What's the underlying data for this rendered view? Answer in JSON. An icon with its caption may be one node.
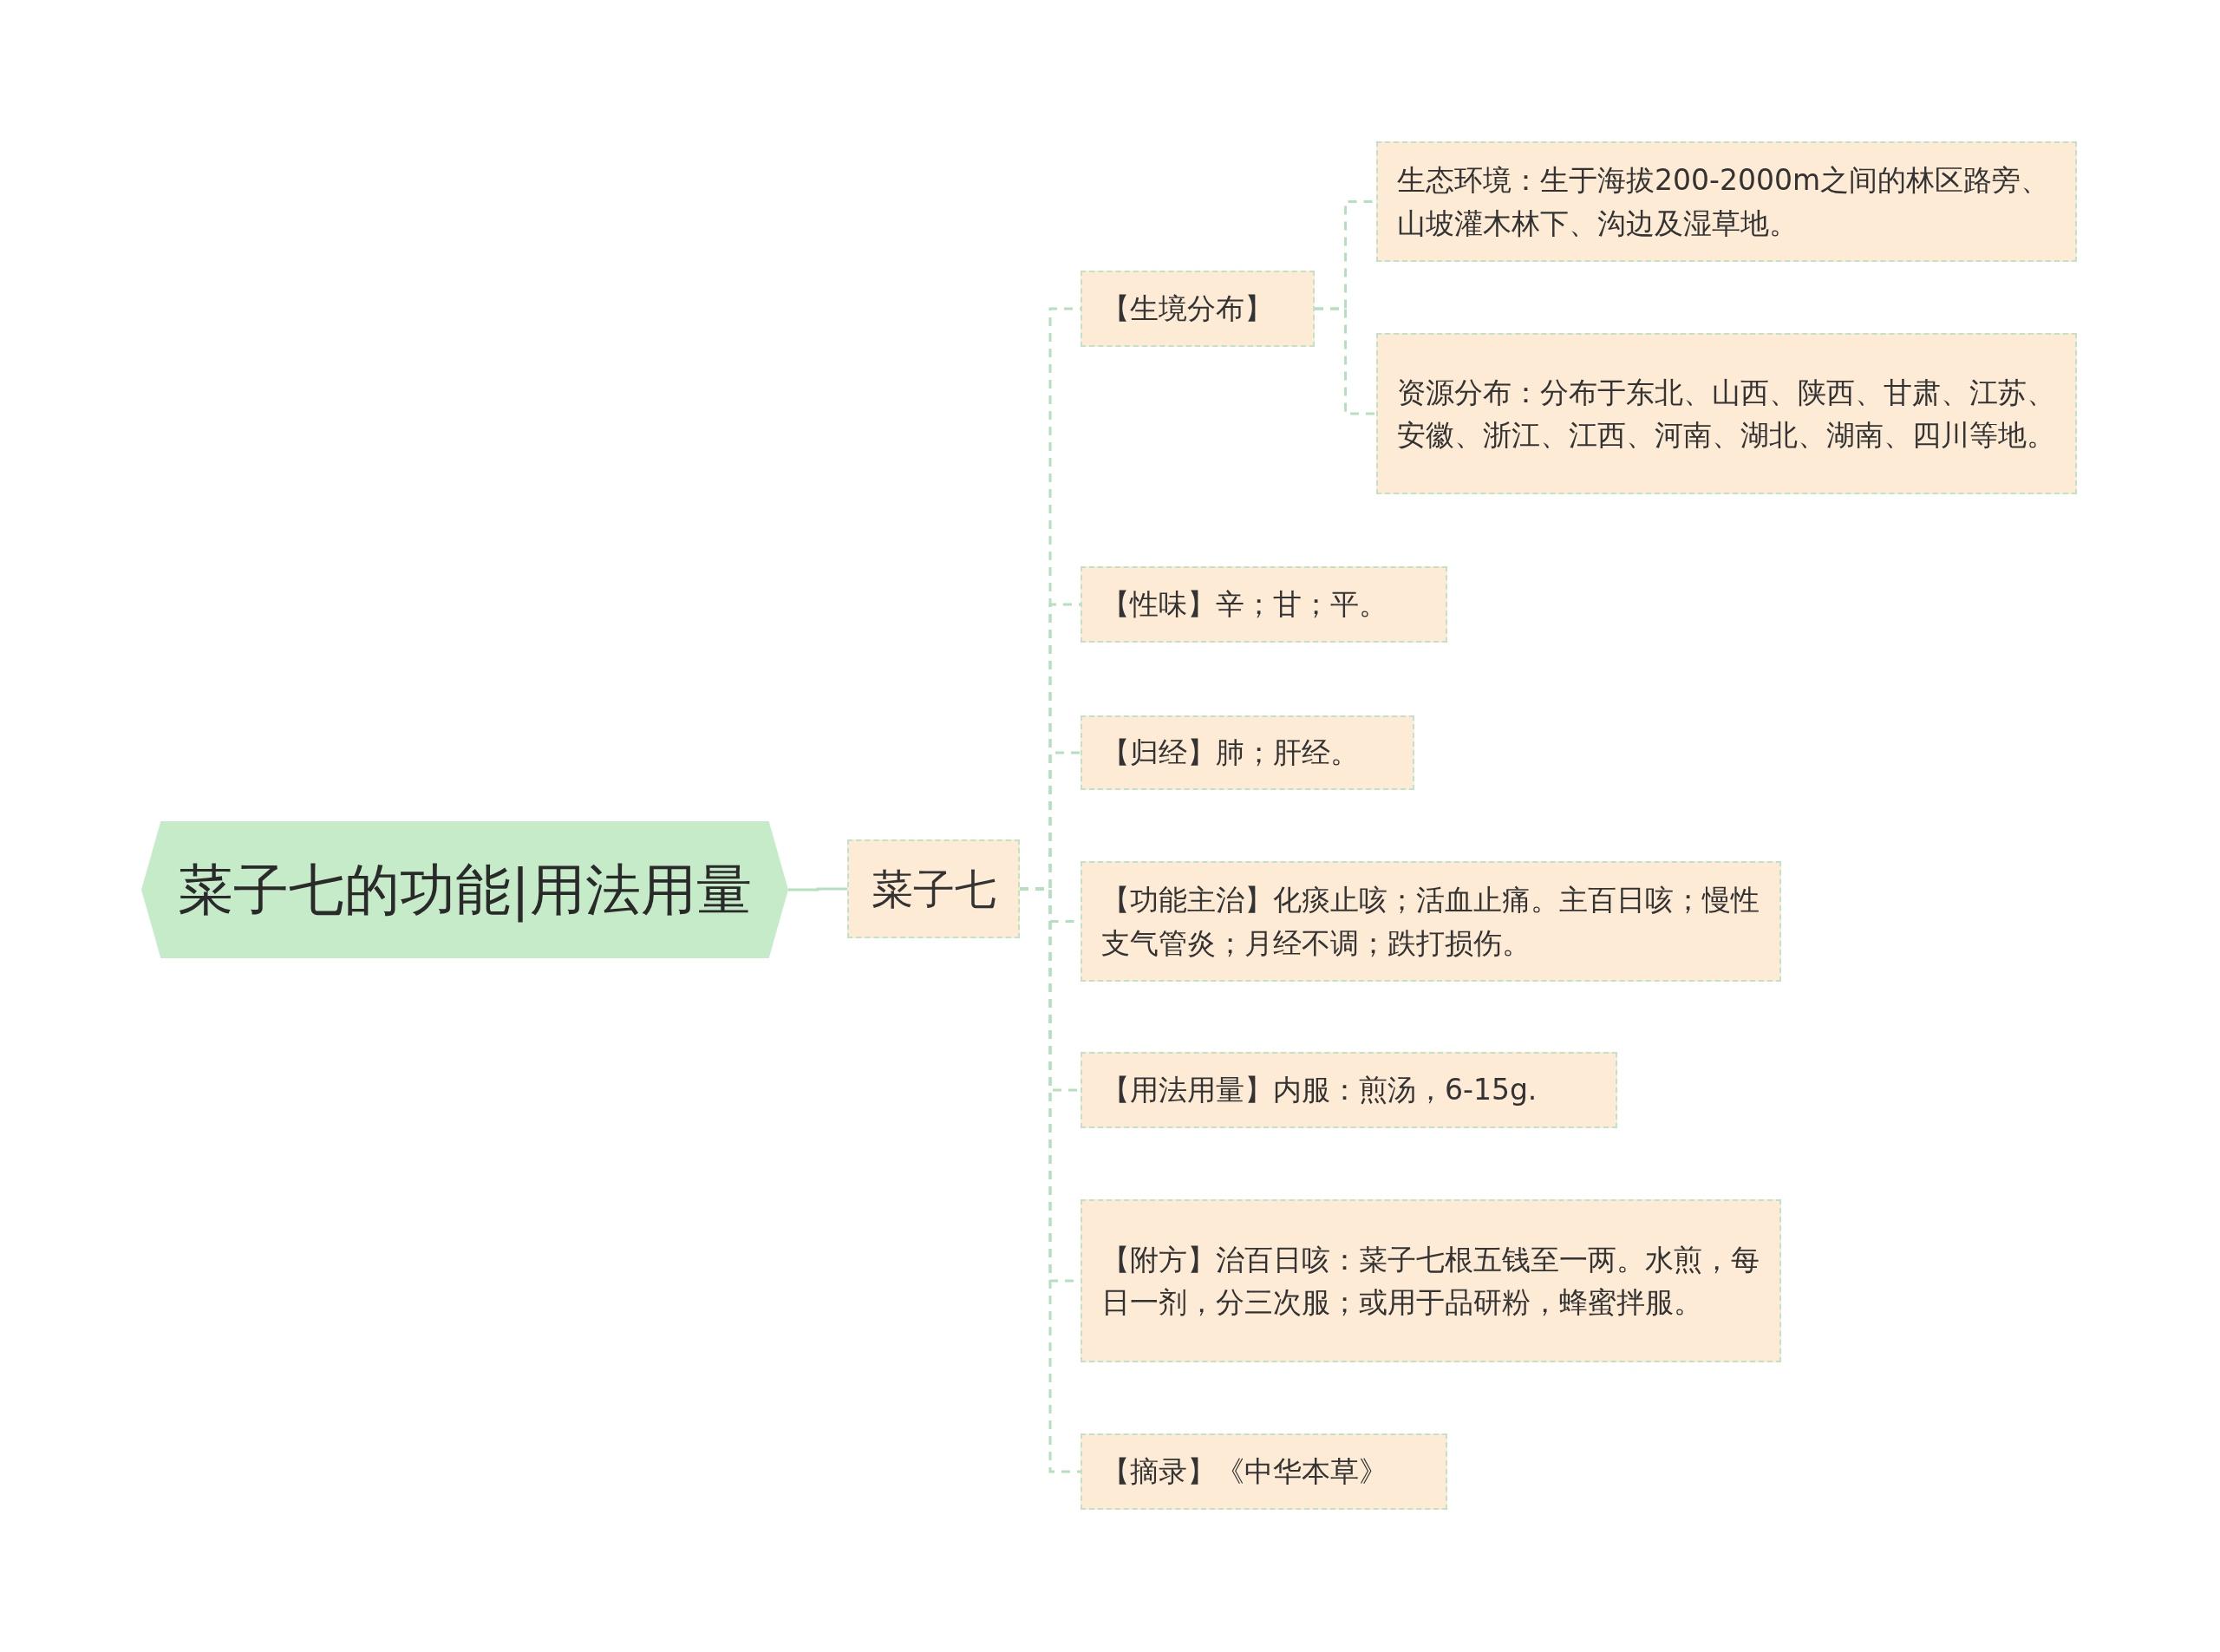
{
  "diagram": {
    "nodes": [
      {
        "text": [
          "菜子七的功能|用法用量"
        ]
      },
      {
        "text": [
          "菜子七"
        ]
      },
      {
        "text": [
          "【生境分布】"
        ]
      },
      {
        "text": [
          "生态环境：生于海拔200-2000m之间的林区路旁、山坡灌木林下、沟边及湿草地。"
        ]
      },
      {
        "text": [
          "资源分布：分布于东北、山西、陕西、甘肃、江苏、安徽、浙江、江西、河南、湖北、湖南、四川等地。"
        ]
      },
      {
        "text": [
          "【性味】辛；甘；平。"
        ]
      },
      {
        "text": [
          "【归经】肺；肝经。"
        ]
      },
      {
        "text": [
          "【功能主治】化痰止咳；活血止痛。主百日咳；慢性支气管炎；月经不调；跌打损伤。"
        ]
      },
      {
        "text": [
          "【用法用量】内服：煎汤，6-15g."
        ]
      },
      {
        "text": [
          "【附方】治百日咳：菜子七根五钱至一两。水煎，每日一剂，分三次服；或用于品研粉，蜂蜜拌服。"
        ]
      },
      {
        "text": [
          "【摘录】《中华本草》"
        ]
      }
    ],
    "edges": [
      {
        "from": 0,
        "to": 1,
        "arrow": "none"
      },
      {
        "from": 1,
        "to": 2,
        "arrow": "none",
        "style": "dashed"
      },
      {
        "from": 2,
        "to": 3,
        "arrow": "none",
        "style": "dashed"
      },
      {
        "from": 2,
        "to": 4,
        "arrow": "none",
        "style": "dashed"
      },
      {
        "from": 1,
        "to": 5,
        "arrow": "none",
        "style": "dashed"
      },
      {
        "from": 1,
        "to": 6,
        "arrow": "none",
        "style": "dashed"
      },
      {
        "from": 1,
        "to": 7,
        "arrow": "none",
        "style": "dashed"
      },
      {
        "from": 1,
        "to": 8,
        "arrow": "none",
        "style": "dashed"
      },
      {
        "from": 1,
        "to": 9,
        "arrow": "none",
        "style": "dashed"
      },
      {
        "from": 1,
        "to": 10,
        "arrow": "none",
        "style": "dashed"
      }
    ]
  }
}
